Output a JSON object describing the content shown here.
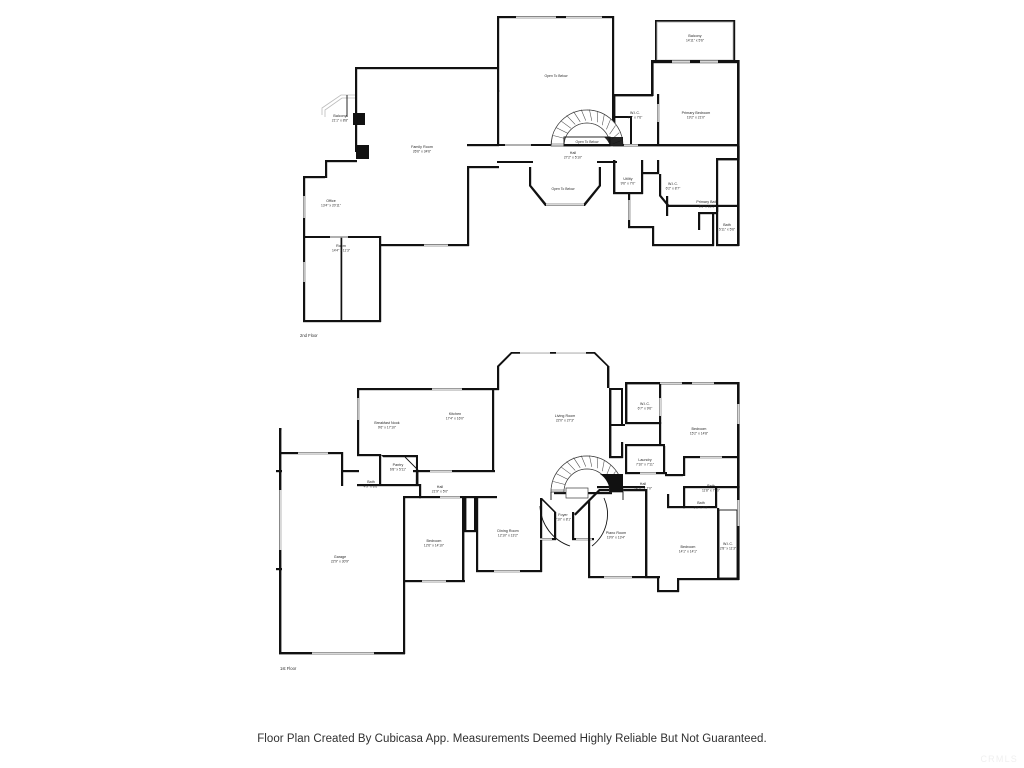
{
  "document": {
    "type": "real-estate-floor-plan",
    "caption": "Floor Plan Created By Cubicasa App. Measurements Deemed Highly Reliable But Not Guaranteed.",
    "watermark": "CRMLS",
    "background_color": "#ffffff",
    "wall_color": "#111111",
    "opening_color": "#d8d8d8",
    "text_color": "#1c1c1c"
  },
  "floors": [
    {
      "id": "second-floor",
      "label": "2nd Floor",
      "rooms": [
        {
          "name": "Balcony",
          "dim": "21'1\" x 8'8\""
        },
        {
          "name": "Family Room",
          "dim": "26'6\" x 34'6\""
        },
        {
          "name": "Office",
          "dim": "13'4\" x 20'11\""
        },
        {
          "name": "Room",
          "dim": "14'4\" x 11'3\""
        },
        {
          "name": "Open To Below",
          "dim": ""
        },
        {
          "name": "Open To Below",
          "dim": ""
        },
        {
          "name": "Open To Below",
          "dim": ""
        },
        {
          "name": "Hall",
          "dim": "27'2\" x 5'10\""
        },
        {
          "name": "W.I.C.",
          "dim": "7'0\" x 7'6\""
        },
        {
          "name": "Primary Bedroom",
          "dim": "19'2\" x 21'0\""
        },
        {
          "name": "Balcony",
          "dim": "14'11\" x 5'6\""
        },
        {
          "name": "Utility",
          "dim": "9'6\" x 7'0\""
        },
        {
          "name": "W.I.C.",
          "dim": "6'2\" x 8'7\""
        },
        {
          "name": "Primary Bath",
          "dim": "8'1\" x 18'1\""
        },
        {
          "name": "Bath",
          "dim": "5'11\" x 5'6\""
        }
      ]
    },
    {
      "id": "first-floor",
      "label": "1st Floor",
      "rooms": [
        {
          "name": "Kitchen",
          "dim": "17'4\" x 16'0\""
        },
        {
          "name": "Breakfast Nook",
          "dim": "9'6\" x 17'10\""
        },
        {
          "name": "Living Room",
          "dim": "22'0\" x 27'3\""
        },
        {
          "name": "W.I.C.",
          "dim": "6'7\" x 9'6\""
        },
        {
          "name": "Bedroom",
          "dim": "15'2\" x 14'8\""
        },
        {
          "name": "Pantry",
          "dim": "6'8\" x 5'11\""
        },
        {
          "name": "Bath",
          "dim": "4'9\" x 8'6\""
        },
        {
          "name": "Hall",
          "dim": "21'9\" x 5'0\""
        },
        {
          "name": "Laundry",
          "dim": "7'10\" x 7'11\""
        },
        {
          "name": "Hall",
          "dim": "14'11\" x 7'0\""
        },
        {
          "name": "Bath",
          "dim": "11'8\" x 7'10\""
        },
        {
          "name": "Bath",
          "dim": "5'3\" x 4'9\""
        },
        {
          "name": "Garage",
          "dim": "22'9\" x 30'9\""
        },
        {
          "name": "Bedroom",
          "dim": "12'6\" x 14'10\""
        },
        {
          "name": "Dining Room",
          "dim": "12'10\" x 13'2\""
        },
        {
          "name": "Foyer",
          "dim": "7'10\" x 8'1\""
        },
        {
          "name": "Piano Room",
          "dim": "19'9\" x 13'4\""
        },
        {
          "name": "Bedroom",
          "dim": "14'1\" x 14'1\""
        },
        {
          "name": "W.I.C.",
          "dim": "2'8\" x 11'3\""
        }
      ]
    }
  ]
}
